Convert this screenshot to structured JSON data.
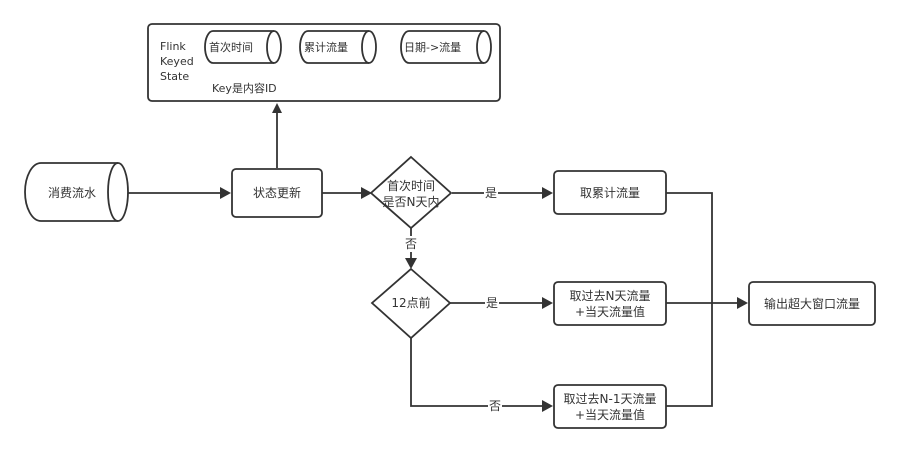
{
  "diagram": {
    "state_container": {
      "title_lines": [
        "Flink",
        "Keyed",
        "State"
      ],
      "key_note": "Key是内容ID",
      "stores": [
        "首次时间",
        "累计流量",
        "日期->流量"
      ]
    },
    "nodes": {
      "source": "消费流水",
      "update": "状态更新",
      "decision1": [
        "首次时间",
        "是否N天内"
      ],
      "decision2": "12点前",
      "take_cumulative": "取累计流量",
      "take_past_n": [
        "取过去N天流量",
        "+当天流量值"
      ],
      "take_past_n_minus_1": [
        "取过去N-1天流量",
        "+当天流量值"
      ],
      "output": "输出超大窗口流量"
    },
    "edge_labels": {
      "d1_yes": "是",
      "d1_no": "否",
      "d2_yes": "是",
      "d2_no": "否"
    },
    "colors": {
      "stroke": "#333333",
      "background": "#ffffff"
    }
  }
}
